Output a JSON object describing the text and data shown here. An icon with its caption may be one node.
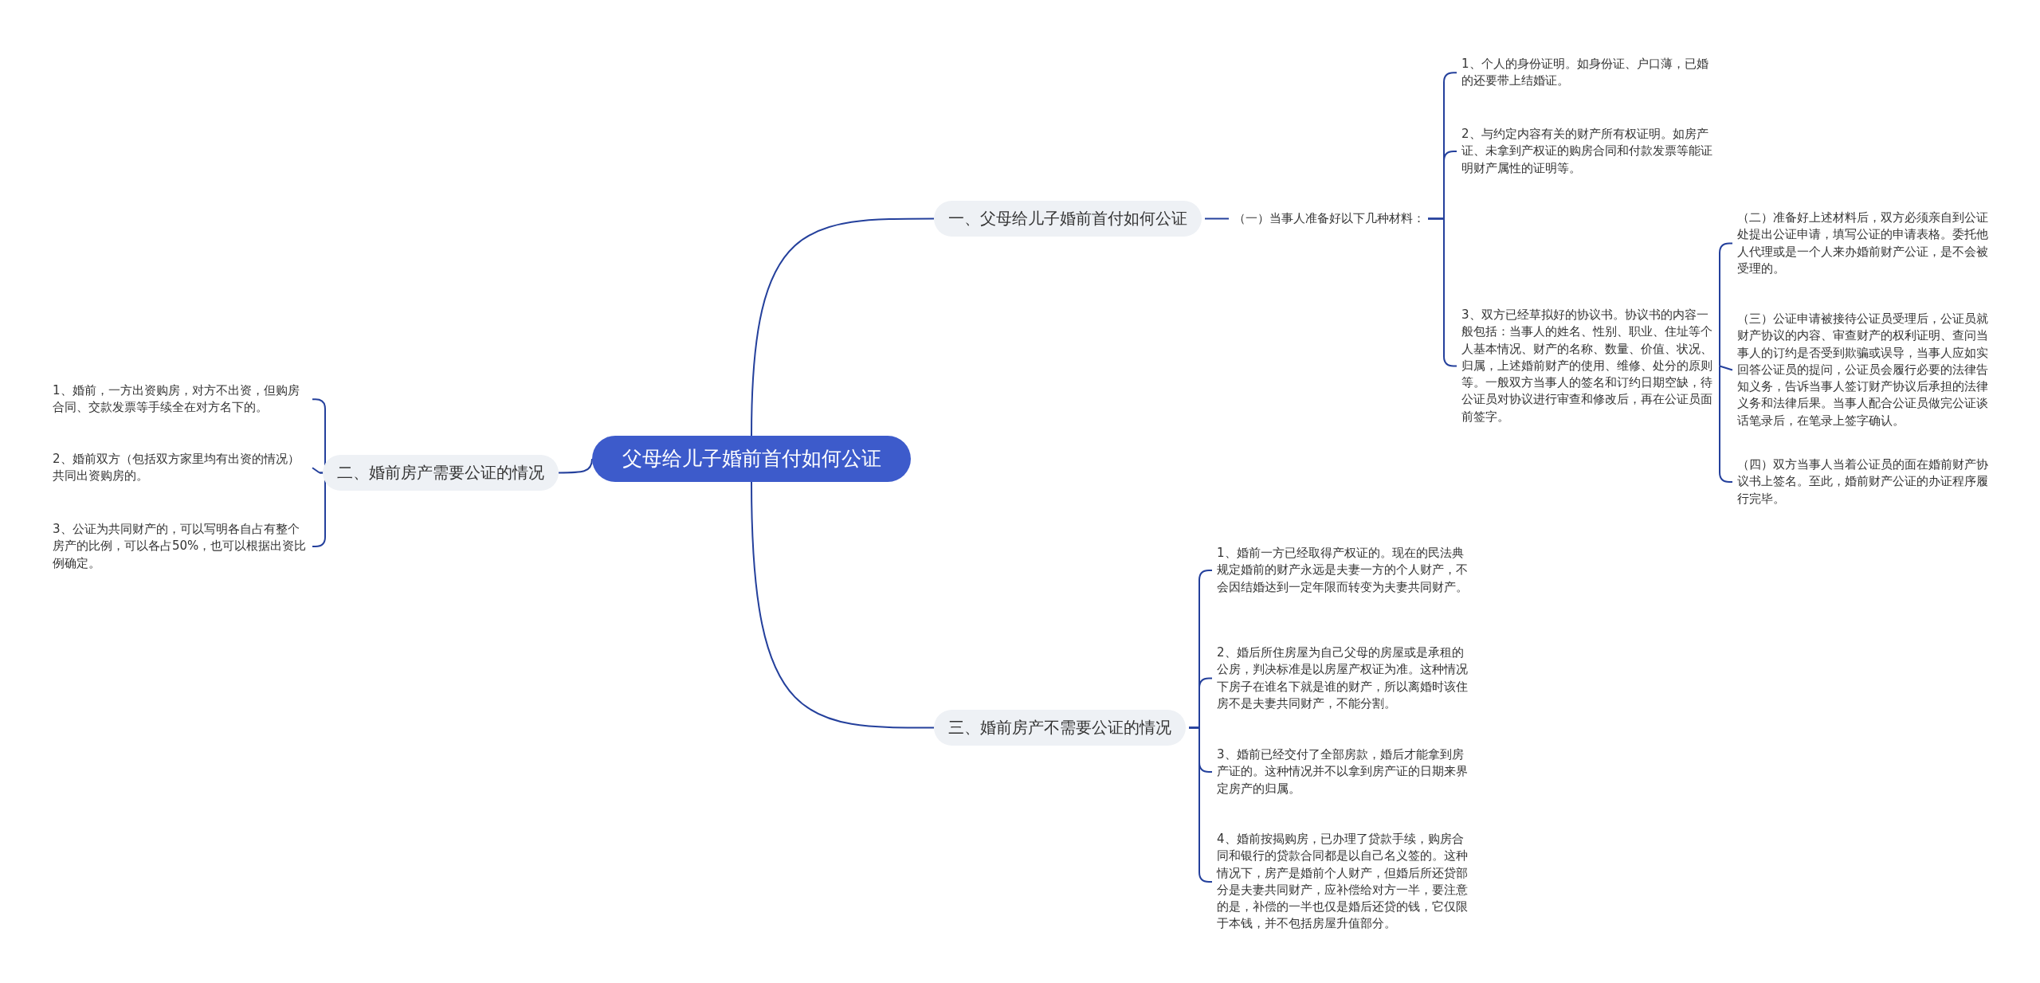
{
  "diagram": {
    "nodes": [
      {
        "text": [
          "父母给儿子婚前首付如何公证"
        ]
      },
      {
        "text": [
          "一、父母给儿子婚前首付如何公证"
        ]
      },
      {
        "text": [
          "（一）当事人准备好以下几种材料："
        ]
      },
      {
        "text": [
          "1、个人的身份证明。如身份证、户口薄，已婚的还要带上结婚证。"
        ]
      },
      {
        "text": [
          "2、与约定内容有关的财产所有权证明。如房产证、未拿到产权证的购房合同和付款发票等能证明财产属性的证明等。"
        ]
      },
      {
        "text": [
          "3、双方已经草拟好的协议书。协议书的内容一般包括：当事人的姓名、性别、职业、住址等个人基本情况、财产的名称、数量、价值、状况、归属，上述婚前财产的使用、维修、处分的原则等。一般双方当事人的签名和订约日期空缺，待公证员对协议进行审查和修改后，再在公证员面前签字。"
        ]
      },
      {
        "text": [
          "（二）准备好上述材料后，双方必须亲自到公证处提出公证申请，填写公证的申请表格。委托他人代理或是一个人来办婚前财产公证，是不会被受理的。"
        ]
      },
      {
        "text": [
          "（三）公证申请被接待公证员受理后，公证员就财产协议的内容、审查财产的权利证明、查问当事人的订约是否受到欺骗或误导，当事人应如实回答公证员的提问，公证员会履行必要的法律告知义务，告诉当事人签订财产协议后承担的法律义务和法律后果。当事人配合公证员做完公证谈话笔录后，在笔录上签字确认。"
        ]
      },
      {
        "text": [
          "（四）双方当事人当着公证员的面在婚前财产协议书上签名。至此，婚前财产公证的办证程序履行完毕。"
        ]
      },
      {
        "text": [
          "二、婚前房产需要公证的情况"
        ]
      },
      {
        "text": [
          "1、婚前，一方出资购房，对方不出资，但购房合同、交款发票等手续全在对方名下的。"
        ]
      },
      {
        "text": [
          "2、婚前双方（包括双方家里均有出资的情况）共同出资购房的。"
        ]
      },
      {
        "text": [
          "3、公证为共同财产的，可以写明各自占有整个房产的比例，可以各占50%，也可以根据出资比例确定。"
        ]
      },
      {
        "text": [
          "三、婚前房产不需要公证的情况"
        ]
      },
      {
        "text": [
          "1、婚前一方已经取得产权证的。现在的民法典规定婚前的财产永远是夫妻一方的个人财产，不会因结婚达到一定年限而转变为夫妻共同财产。"
        ]
      },
      {
        "text": [
          "2、婚后所住房屋为自己父母的房屋或是承租的公房，判决标准是以房屋产权证为准。这种情况下房子在谁名下就是谁的财产，所以离婚时该住房不是夫妻共同财产，不能分割。"
        ]
      },
      {
        "text": [
          "3、婚前已经交付了全部房款，婚后才能拿到房产证的。这种情况并不以拿到房产证的日期来界定房产的归属。"
        ]
      },
      {
        "text": [
          "4、婚前按揭购房，已办理了贷款手续，购房合同和银行的贷款合同都是以自己名义签的。这种情况下，房产是婚前个人财产，但婚后所还贷部分是夫妻共同财产，应补偿给对方一半，要注意的是，补偿的一半也仅是婚后还贷的钱，它仅限于本钱，并不包括房屋升值部分。"
        ]
      }
    ],
    "edges": [
      {
        "from": 0,
        "to": 1,
        "arrow": "none"
      },
      {
        "from": 1,
        "to": 2,
        "arrow": "none"
      },
      {
        "from": 2,
        "to": 3,
        "arrow": "none"
      },
      {
        "from": 2,
        "to": 4,
        "arrow": "none"
      },
      {
        "from": 2,
        "to": 5,
        "arrow": "none"
      },
      {
        "from": 5,
        "to": 6,
        "arrow": "none"
      },
      {
        "from": 5,
        "to": 7,
        "arrow": "none"
      },
      {
        "from": 5,
        "to": 8,
        "arrow": "none"
      },
      {
        "from": 0,
        "to": 9,
        "arrow": "none"
      },
      {
        "from": 9,
        "to": 10,
        "arrow": "none"
      },
      {
        "from": 9,
        "to": 11,
        "arrow": "none"
      },
      {
        "from": 9,
        "to": 12,
        "arrow": "none"
      },
      {
        "from": 0,
        "to": 13,
        "arrow": "none"
      },
      {
        "from": 13,
        "to": 14,
        "arrow": "none"
      },
      {
        "from": 13,
        "to": 15,
        "arrow": "none"
      },
      {
        "from": 13,
        "to": 16,
        "arrow": "none"
      },
      {
        "from": 13,
        "to": 17,
        "arrow": "none"
      }
    ]
  }
}
